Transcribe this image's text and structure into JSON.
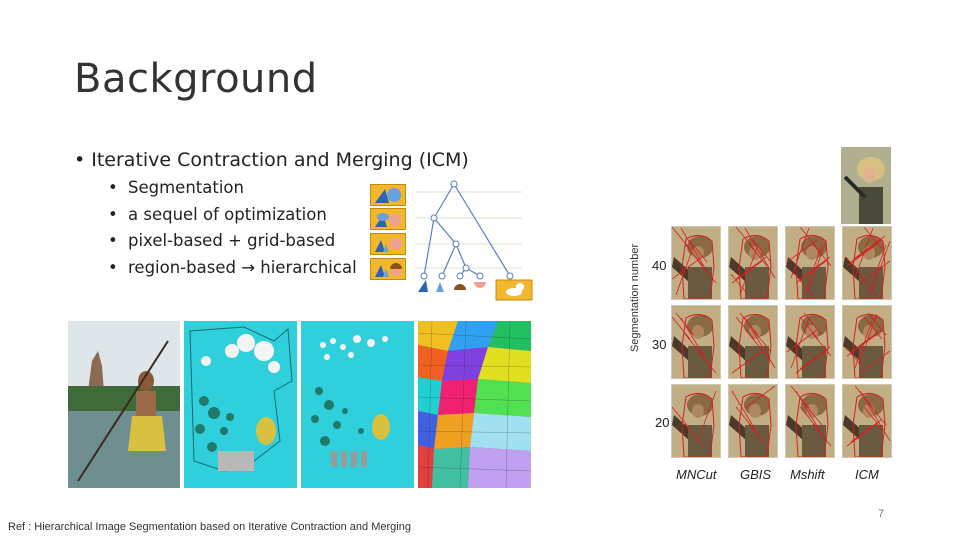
{
  "slide": {
    "title": "Background",
    "main_bullet": "• Iterative Contraction and Merging (ICM)",
    "sub_bullets": [
      "Segmentation",
      "a sequel of optimization",
      "pixel-based + grid-based",
      "region-based → hierarchical"
    ],
    "reference": "Ref : Hierarchical Image Segmentation based on Iterative Contraction and Merging",
    "page_number": "7"
  },
  "figure": {
    "y_axis_label": "Segmentation number",
    "y_ticks": [
      "40",
      "30",
      "20"
    ],
    "methods": [
      "MNCut",
      "GBIS",
      "Mshift",
      "ICM"
    ]
  },
  "colors": {
    "cyan": "#2fd0dc",
    "icon_yellow": "#f2b82d",
    "segment_red": "#d42020"
  }
}
